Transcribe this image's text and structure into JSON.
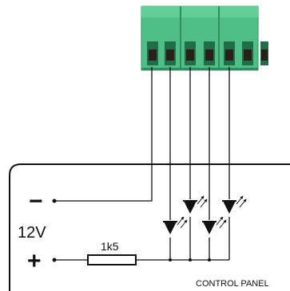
{
  "labels": {
    "minus": "−",
    "plus": "+",
    "voltage": "12V",
    "resistor": "1k5",
    "panel": "CONTROL PANEL"
  },
  "terminal_block": {
    "color": "#3fbf7f",
    "pins": 7
  },
  "colors": {
    "wire": "#111111",
    "block": "#4fbf87",
    "block_dark": "#2c8f5c",
    "socket": "#2b1f1c"
  }
}
